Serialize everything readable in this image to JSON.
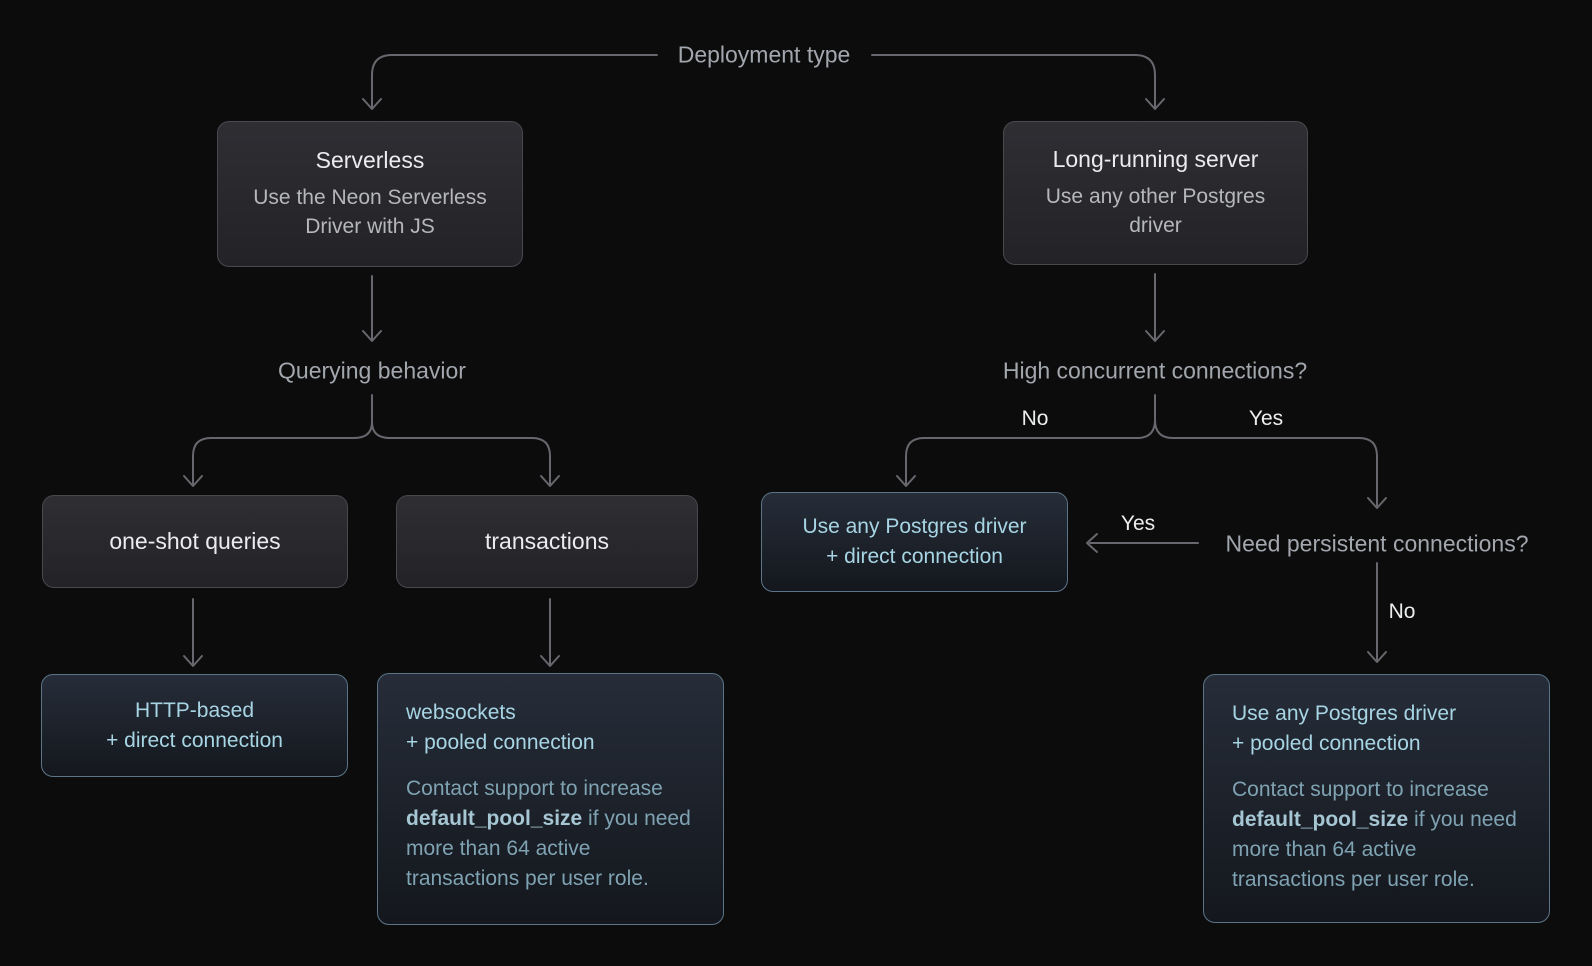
{
  "diagram": {
    "root_label": "Deployment type",
    "question_labels": {
      "querying": "Querying behavior",
      "high_concurrent": "High concurrent connections?",
      "need_persistent": "Need persistent connections?"
    },
    "branch_labels": {
      "concurrent_no": "No",
      "concurrent_yes": "Yes",
      "persistent_yes": "Yes",
      "persistent_no": "No"
    },
    "nodes": {
      "serverless": {
        "title": "Serverless",
        "subtitle": "Use the Neon Serverless Driver with JS"
      },
      "long_running": {
        "title": "Long-running server",
        "subtitle": "Use any other Postgres driver"
      },
      "one_shot": {
        "title": "one-shot queries"
      },
      "transactions": {
        "title": "transactions"
      },
      "http_based": {
        "line1": "HTTP-based",
        "line2": "+ direct connection"
      },
      "websockets": {
        "line1": "websockets",
        "line2": "+ pooled connection",
        "note_pre": "Contact support to increase ",
        "note_bold": "default_pool_size",
        "note_post": " if you need more than 64 active transactions per user role."
      },
      "any_driver_direct": {
        "line1": "Use any Postgres driver",
        "line2": "+ direct connection"
      },
      "any_driver_pooled": {
        "line1": "Use any Postgres driver",
        "line2": "+ pooled connection",
        "note_pre": "Contact support to increase ",
        "note_bold": "default_pool_size",
        "note_post": " if you need more than 64 active transactions per user role."
      }
    },
    "colors": {
      "background": "#0c0c0d",
      "connector_line": "#67676d",
      "gray_box_border": "#48484d",
      "gray_box_fill_top": "#2e2e33",
      "gray_box_fill_bottom": "#232327",
      "blue_box_border": "#5b7487",
      "blue_box_fill_top": "#262d39",
      "blue_box_fill_bottom": "#14171d",
      "cyan_text": "#a7d5e4",
      "note_text": "#7fa3b2",
      "label_text": "#a2a6ad",
      "white_text": "#eceded"
    }
  }
}
